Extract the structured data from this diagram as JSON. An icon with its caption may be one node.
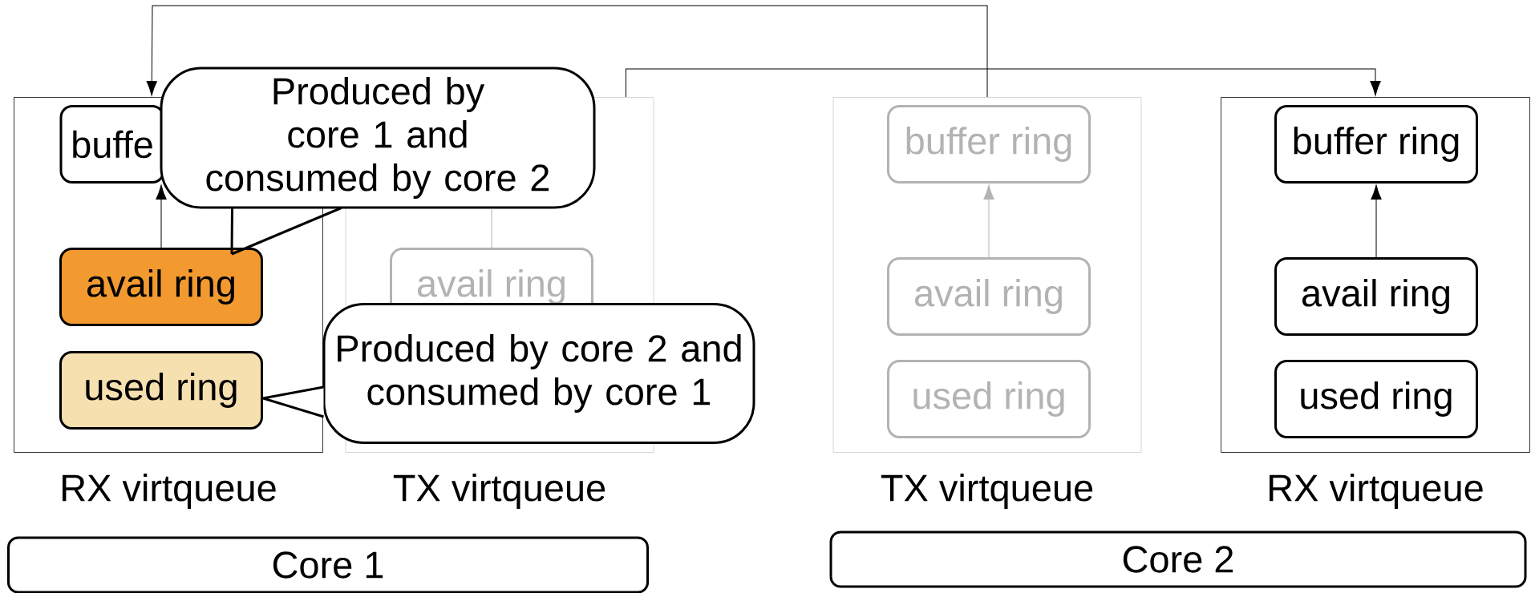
{
  "diagram": {
    "nodes": [
      {
        "text": [],
        "shape": "box",
        "beside": [
          "RX virtqueue"
        ]
      },
      {
        "text": [
          "buffe"
        ],
        "in": 0
      },
      {
        "text": [
          "avail ring"
        ],
        "in": 0
      },
      {
        "text": [
          "used ring"
        ],
        "in": 0
      },
      {
        "text": [],
        "shape": "box",
        "beside": [
          "TX virtqueue"
        ]
      },
      {
        "text": [
          "avail ring"
        ],
        "in": 4
      },
      {
        "text": [],
        "shape": "box",
        "beside": [
          "TX virtqueue"
        ]
      },
      {
        "text": [
          "buffer ring"
        ],
        "in": 6
      },
      {
        "text": [
          "avail ring"
        ],
        "in": 6
      },
      {
        "text": [
          "used ring"
        ],
        "in": 6
      },
      {
        "text": [],
        "shape": "box",
        "beside": [
          "RX virtqueue"
        ]
      },
      {
        "text": [
          "buffer ring"
        ],
        "in": 10
      },
      {
        "text": [
          "avail ring"
        ],
        "in": 10
      },
      {
        "text": [
          "used ring"
        ],
        "in": 10
      },
      {
        "text": [
          "Core 1"
        ]
      },
      {
        "text": [
          "Core 2"
        ]
      },
      {
        "text": [
          "Produced by core 1 and consumed by core 2"
        ]
      },
      {
        "text": [
          "Produced by core 2 and consumed by core 1"
        ]
      }
    ],
    "edges": [
      {
        "from": 2,
        "to": 1,
        "arrow": "to"
      },
      {
        "from": 5,
        "to": 16,
        "arrow": "none",
        "color": "#b3b3b3"
      },
      {
        "from": 8,
        "to": 7,
        "arrow": "to",
        "color": "#b3b3b3"
      },
      {
        "from": 12,
        "to": 11,
        "arrow": "to"
      },
      {
        "from": 6,
        "to": 0,
        "arrow": "to"
      },
      {
        "from": 4,
        "to": 10,
        "arrow": "to"
      },
      {
        "from": 16,
        "to": 2,
        "arrow": "none"
      },
      {
        "from": 17,
        "to": 3,
        "arrow": "none"
      }
    ]
  }
}
